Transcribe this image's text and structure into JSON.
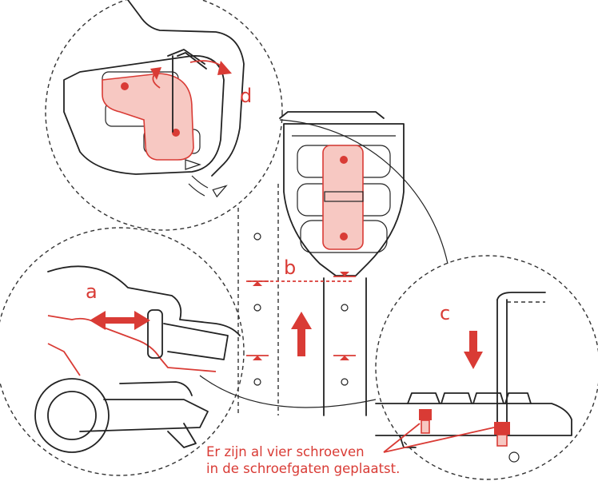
{
  "labels": {
    "a": "a",
    "b": "b",
    "c": "c",
    "d": "d"
  },
  "note": {
    "line1": "Er zijn al vier schroeven",
    "line2": "in de schroefgaten geplaatst."
  },
  "colors": {
    "accent": "#d93b35",
    "highlight": "#f7c8c2",
    "line": "#222222"
  },
  "icons": [
    "rotate-arrow-icon",
    "double-arrow-icon",
    "up-arrow-icon",
    "down-arrow-icon",
    "hex-key-icon",
    "screw-icon"
  ]
}
